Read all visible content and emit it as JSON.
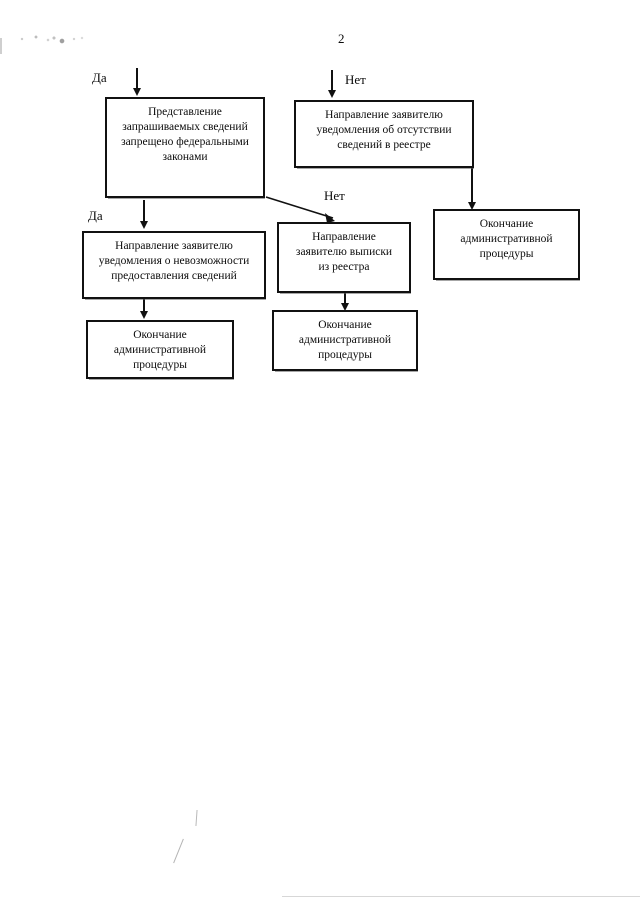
{
  "document": {
    "page_number": "2",
    "type": "scanned-flowchart-page",
    "language": "ru"
  },
  "flowchart": {
    "nodes": [
      {
        "id": "n1",
        "data_name": "node-provision-prohibited",
        "text": "Представление\nзапрашиваемых сведений\nзапрещено федеральными\nзаконами"
      },
      {
        "id": "n2",
        "data_name": "node-notice-no-data-in-registry",
        "text": "Направление заявителю\nуведомления об отсутствии\nсведений в реестре"
      },
      {
        "id": "n3",
        "data_name": "node-notice-impossible-to-provide",
        "text": "Направление заявителю\nуведомления о невозможности\nпредоставления сведений"
      },
      {
        "id": "n4",
        "data_name": "node-send-registry-extract",
        "text": "Направление\nзаявителю выписки\nиз реестра"
      },
      {
        "id": "n5",
        "data_name": "node-end-procedure-right",
        "text": "Окончание\nадминистративной\nпроцедуры"
      },
      {
        "id": "n6",
        "data_name": "node-end-procedure-left",
        "text": "Окончание\nадминистративной\nпроцедуры"
      },
      {
        "id": "n7",
        "data_name": "node-end-procedure-middle",
        "text": "Окончание\nадминистративной\nпроцедуры"
      }
    ],
    "branch_labels": [
      {
        "id": "l1",
        "data_name": "branch-label-yes-top-left",
        "text": "Да"
      },
      {
        "id": "l2",
        "data_name": "branch-label-no-top-right",
        "text": "Нет"
      },
      {
        "id": "l3",
        "data_name": "branch-label-yes-left",
        "text": "Да"
      },
      {
        "id": "l4",
        "data_name": "branch-label-no-middle",
        "text": "Нет"
      }
    ]
  },
  "colors": {
    "ink": "#111111",
    "paper": "#ffffff",
    "smudge": "#9a9a9a"
  }
}
